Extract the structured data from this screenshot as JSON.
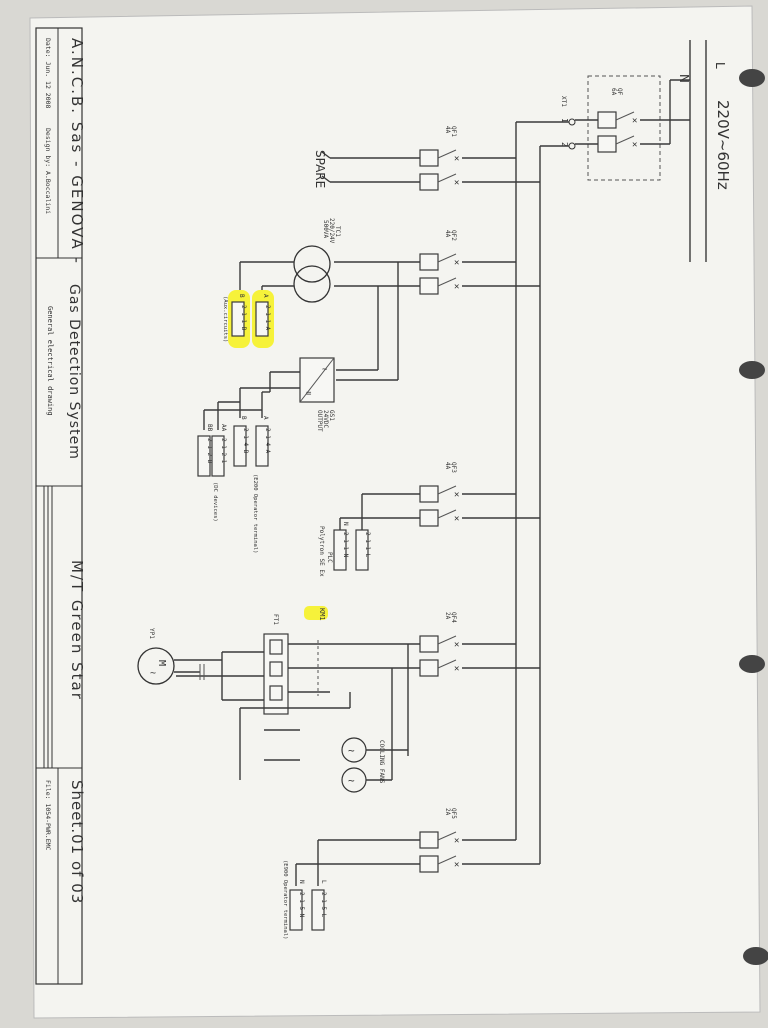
{
  "title_block": {
    "company": "A.N.C.B. Sas - GENOVA -",
    "date": "Date: Jun. 12 2008",
    "design": "Design by: A.Boccalini",
    "project": "Gas Detection System",
    "subtitle": "General electrical drawing",
    "vessel": "M/T Green Star",
    "sheet": "Sheet.01 of 03",
    "file": "File: 1054-PWR.EMC"
  },
  "supply": {
    "label": "220V~60Hz",
    "phase_l": "L",
    "phase_n": "N",
    "terminal": "XT1",
    "t1": "1",
    "t2": "2",
    "main_breaker": "QF",
    "main_rating": "6A"
  },
  "breakers": {
    "qf1": {
      "name": "QF1",
      "rating": "4A"
    },
    "qf2": {
      "name": "QF2",
      "rating": "4A"
    },
    "qf3": {
      "name": "QF3",
      "rating": "4A"
    },
    "qf4": {
      "name": "QF4",
      "rating": "2A"
    },
    "qf5": {
      "name": "QF5",
      "rating": "2A"
    }
  },
  "spare": "SPARE",
  "transformer": {
    "name": "TC1",
    "spec1": "220/24V",
    "spec2": "500VA"
  },
  "psu": {
    "name": "GS1",
    "spec": "24VDC",
    "label": "OUTPUT"
  },
  "aux": {
    "a_label": "A",
    "a_tag": "2-1-1-A",
    "b_label": "B",
    "b_tag": "2-1-1-B",
    "note": "(Aux.circuits)"
  },
  "dc": {
    "a_label": "A",
    "a_tag": "2-1-4-A",
    "b_label": "B",
    "b_tag": "2-1-4-B",
    "aa_label": "AA",
    "aa_tag": "2-1-2-1",
    "bb_label": "BB",
    "bb_tag": "2-1-2-B",
    "note1": "(E200 Operator terminal)",
    "note2": "(DC devices)"
  },
  "plc": {
    "n_label": "N",
    "n_tag": "2-1-1-N",
    "l_tag": "2-1-1-L",
    "name": "PLC",
    "desc": "Polytron SE Ex"
  },
  "motor": {
    "contactor": "KM1",
    "overload": "FT1",
    "motor": "YP1",
    "motor_symbol": "M",
    "fans": "COOLING FANS"
  },
  "e900": {
    "n_label": "N",
    "n_tag": "2-1-5-N",
    "l_label": "L",
    "l_tag": "2-1-5-L",
    "note": "(E900 Operator terminal)"
  },
  "colors": {
    "paper": "#f4f4f0",
    "ink": "#3a3a3a",
    "highlight": "#f6f23a",
    "background": "#d9d8d3"
  }
}
